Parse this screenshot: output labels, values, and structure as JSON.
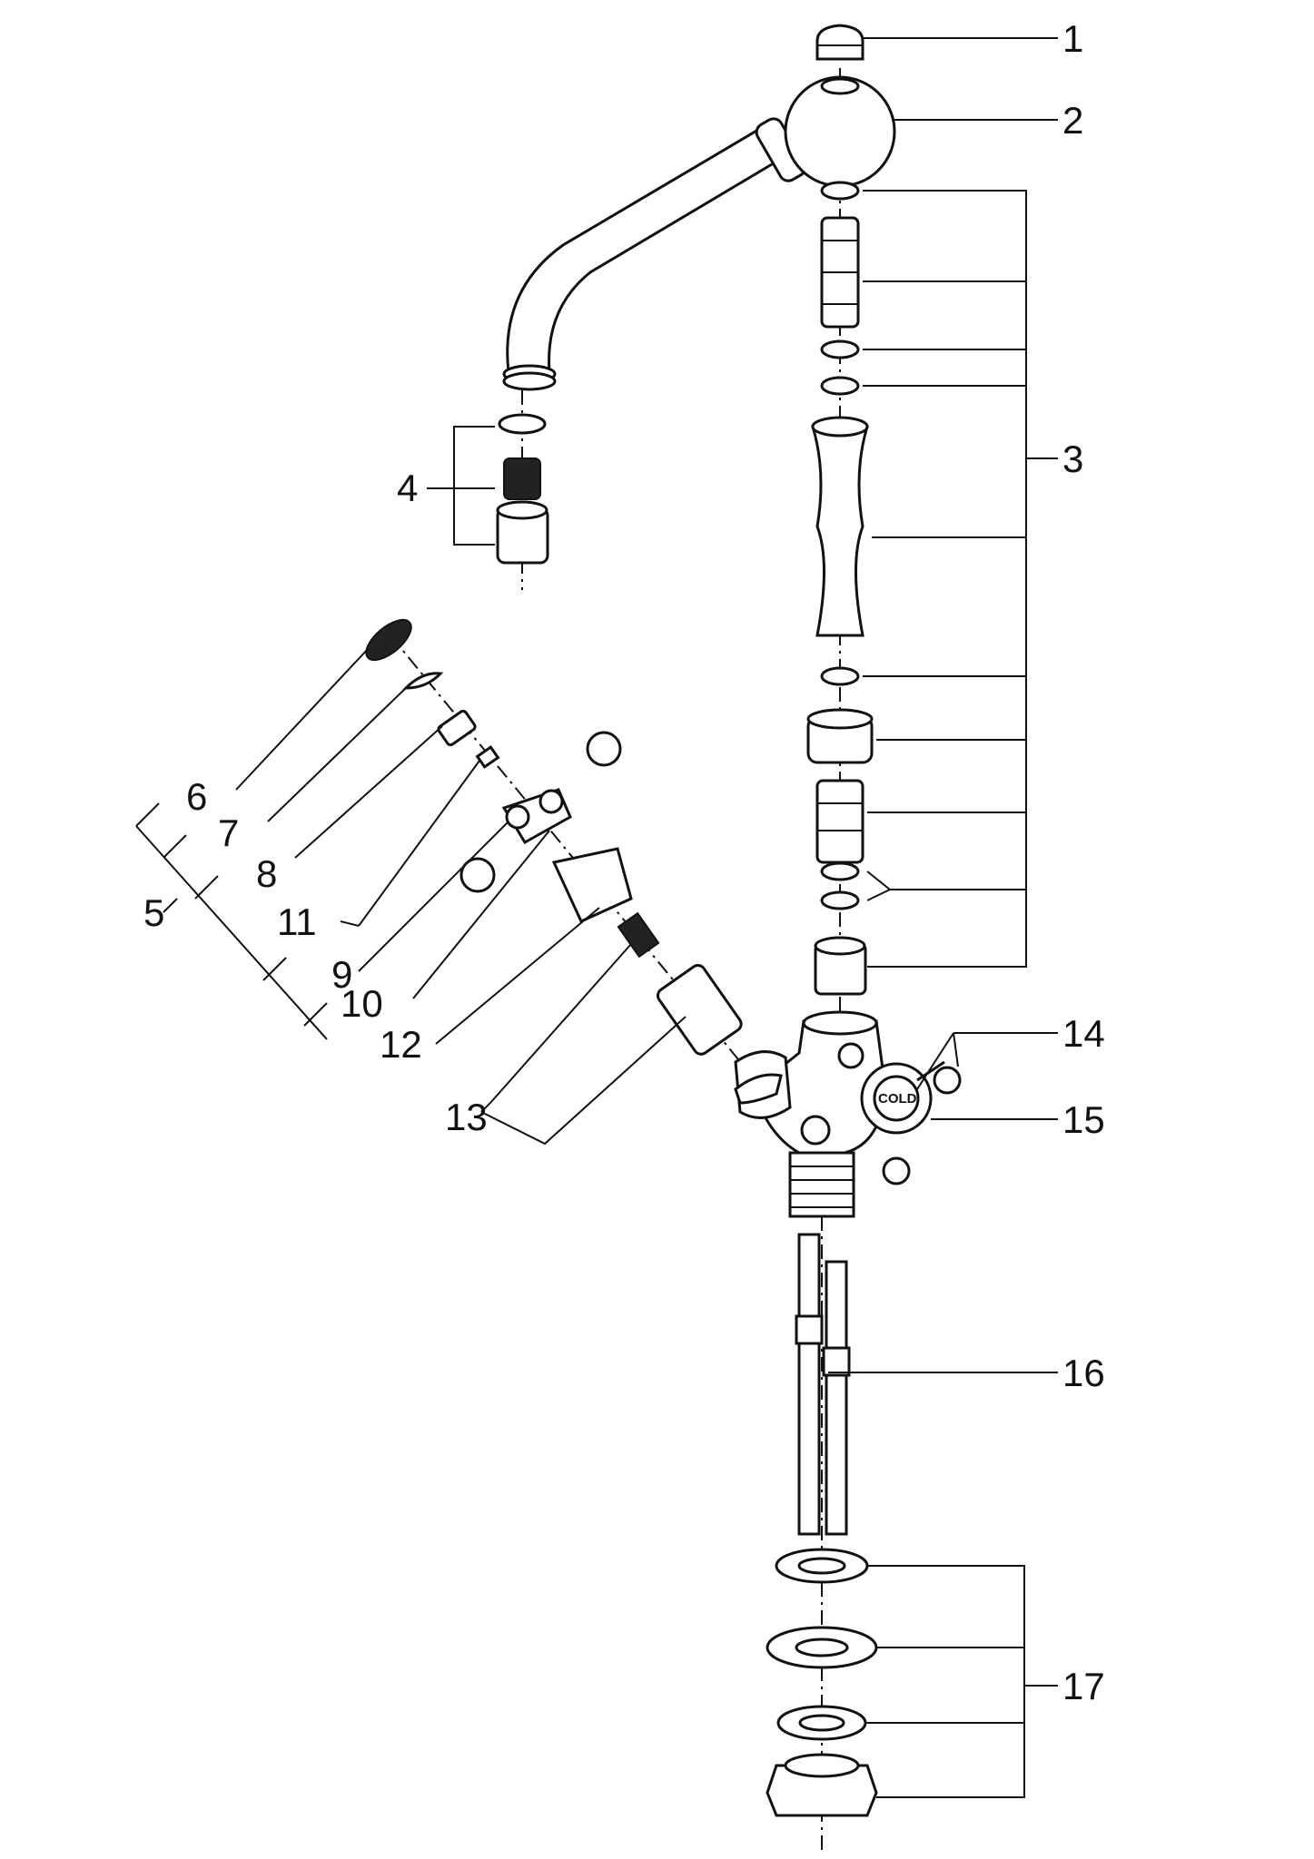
{
  "callouts": {
    "c1": "1",
    "c2": "2",
    "c3": "3",
    "c4": "4",
    "c5": "5",
    "c6": "6",
    "c7": "7",
    "c8": "8",
    "c9": "9",
    "c10": "10",
    "c11": "11",
    "c12": "12",
    "c13": "13",
    "c14": "14",
    "c15": "15",
    "c16": "16",
    "c17": "17"
  },
  "handle_marking": "COLD"
}
